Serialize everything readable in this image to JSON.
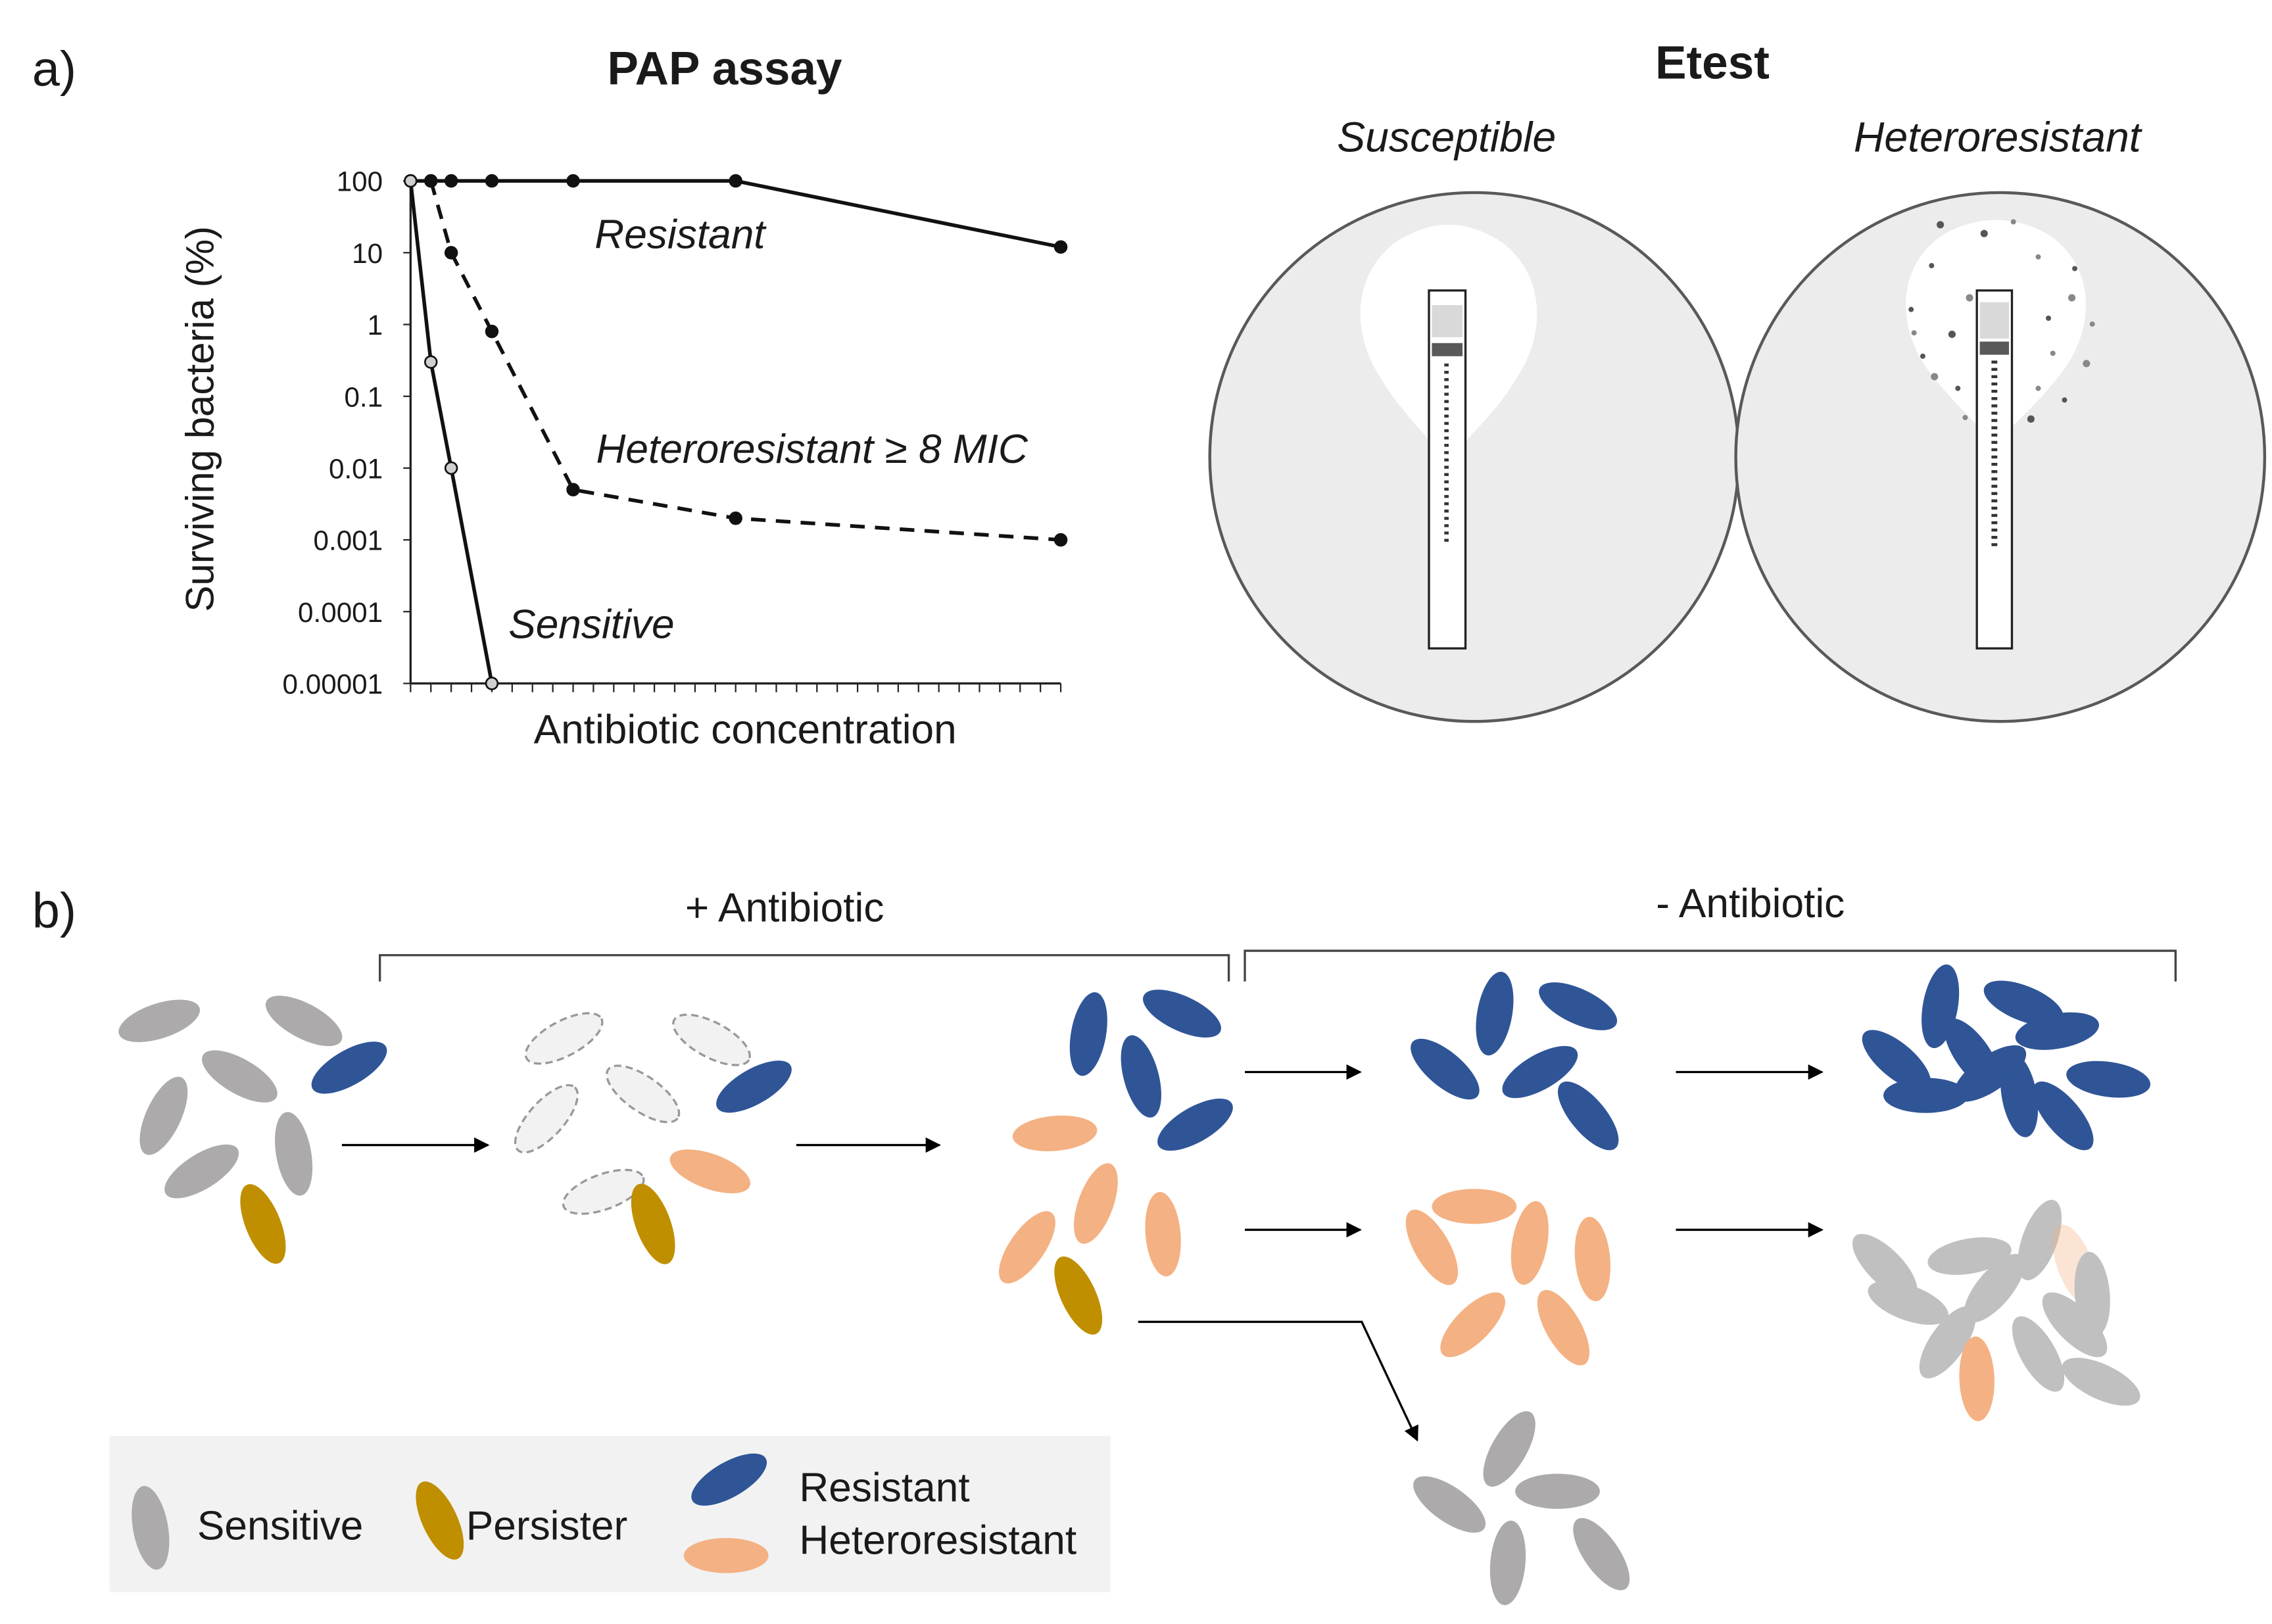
{
  "panel_a": {
    "label": "a)",
    "pap": {
      "title": "PAP assay",
      "ylabel": "Surviving  bacteria (%)",
      "xlabel": "Antibiotic concentration",
      "annotations": {
        "resistant": "Resistant",
        "heteroresistant": "Heteroresistant  ≥ 8 MIC",
        "sensitive": "Sensitive"
      }
    },
    "etest": {
      "title": "Etest",
      "susceptible": "Susceptible",
      "heteroresistant": "Heteroresistant"
    }
  },
  "panel_b": {
    "label": "b)",
    "plus_antibiotic": "+ Antibiotic",
    "minus_antibiotic": "- Antibiotic",
    "legend": {
      "sensitive": "Sensitive",
      "persister": "Persister",
      "resistant": "Resistant",
      "heteroresistant": "Heteroresistant"
    },
    "colors": {
      "sensitive": "#acaaab",
      "persister": "#bf8f00",
      "resistant": "#2f5597",
      "heteroresistant": "#f4b183",
      "faded": "#c0c0c0",
      "dead": "#f2f2f2"
    }
  },
  "chart_data": {
    "type": "line",
    "title": "PAP assay",
    "xlabel": "Antibiotic concentration",
    "ylabel": "Surviving  bacteria (%)",
    "yscale": "log",
    "ylim": [
      1e-05,
      100
    ],
    "yticks": [
      "100",
      "10",
      "1",
      "0.1",
      "0.01",
      "0.001",
      "0.0001",
      "0.00001"
    ],
    "ytick_values": [
      100,
      10,
      1,
      0.1,
      0.01,
      0.001,
      0.0001,
      1e-05
    ],
    "x_tick_count": 32,
    "series": [
      {
        "name": "Resistant",
        "style": "solid",
        "marker": "filled",
        "x": [
          0,
          1,
          2,
          4,
          8,
          16,
          32
        ],
        "y": [
          100,
          100,
          100,
          100,
          100,
          100,
          12
        ]
      },
      {
        "name": "Heteroresistant  ≥ 8 MIC",
        "style": "dashed",
        "marker": "filled",
        "x": [
          1,
          2,
          4,
          8,
          16,
          32
        ],
        "y": [
          100,
          10,
          0.8,
          0.005,
          0.002,
          0.001
        ]
      },
      {
        "name": "Sensitive",
        "style": "solid",
        "marker": "open",
        "x": [
          0,
          1,
          2,
          4
        ],
        "y": [
          100,
          0.3,
          0.01,
          1e-05
        ]
      }
    ]
  }
}
